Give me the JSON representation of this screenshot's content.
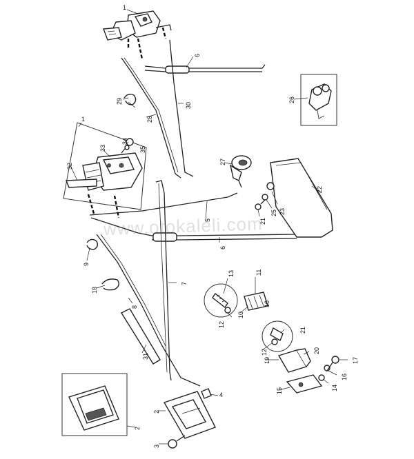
{
  "watermark": "www.otokaleli.com",
  "callouts": {
    "c1a": "1",
    "c1b": "1",
    "c2a": "2",
    "c2b": "2",
    "c3": "3",
    "c4": "4",
    "c5": "5",
    "c6a": "6",
    "c6b": "6",
    "c7": "7",
    "c8": "8",
    "c9": "9",
    "c10a": "10",
    "c10b": "10",
    "c11": "11",
    "c12a": "12",
    "c12b": "12",
    "c13": "13",
    "c14": "14",
    "c15": "15",
    "c16": "16",
    "c17": "17",
    "c18": "18",
    "c19": "19",
    "c20": "20",
    "c21a": "21",
    "c21b": "21",
    "c22": "22",
    "c23": "23",
    "c25": "25",
    "c26": "26",
    "c27": "27",
    "c28": "28",
    "c29": "29",
    "c30": "30",
    "c31": "31",
    "c32": "32",
    "c33": "33",
    "c34": "34",
    "c35": "35"
  }
}
